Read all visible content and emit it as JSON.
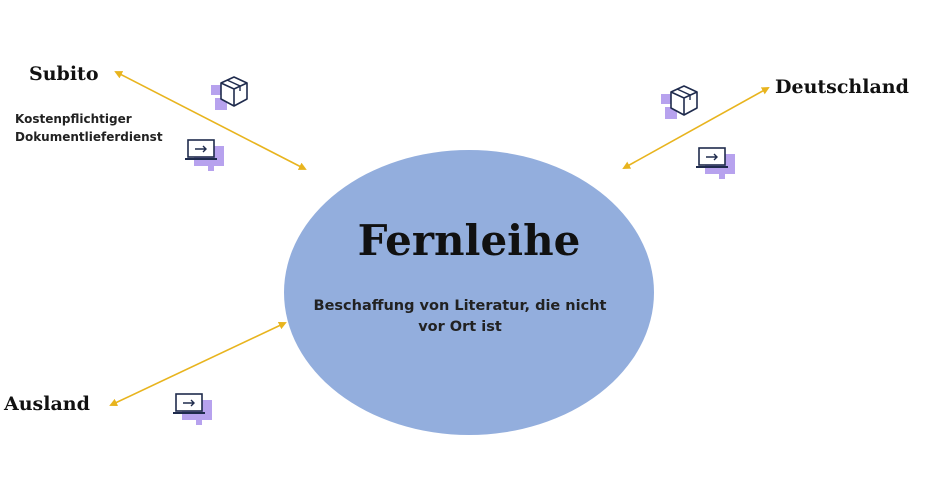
{
  "center": {
    "title": "Fernleihe",
    "description": "Beschaffung von Literatur, die nicht vor Ort ist",
    "fill_color": "#93aedd"
  },
  "nodes": {
    "subito": {
      "label": "Subito",
      "note_line1": "Kostenpflichtiger",
      "note_line2": "Dokumentlieferdienst"
    },
    "deutschland": {
      "label": "Deutschland"
    },
    "ausland": {
      "label": "Ausland"
    }
  },
  "colors": {
    "arrow": "#e8b41e",
    "icon_accent": "#b7a2ee",
    "icon_line": "#1f2b4d"
  },
  "icons": [
    "package-icon",
    "laptop-icon"
  ]
}
